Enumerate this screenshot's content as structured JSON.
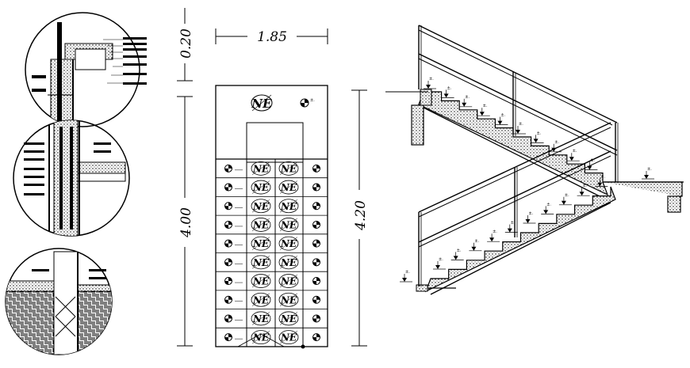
{
  "plan": {
    "width_dim": "1.85",
    "top_dim": "0.20",
    "left_dim": "4.00",
    "right_dim": "4.20",
    "landing_label": "NE",
    "step_label": "NE",
    "step_rows": 10
  },
  "section": {
    "level_tag": "±.",
    "upper_flight_steps": 10,
    "lower_flight_steps": 10
  },
  "colors": {
    "ink": "#000000",
    "background": "#ffffff"
  },
  "icons": [
    "level-marker-icon",
    "detail-callout-icon"
  ]
}
